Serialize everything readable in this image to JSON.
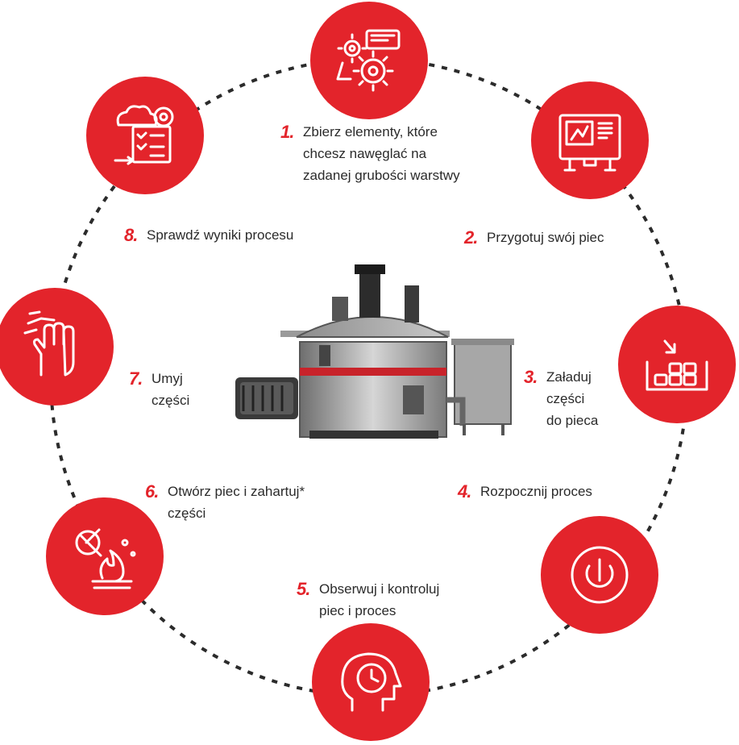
{
  "accent_color": "#e3242b",
  "text_color": "#2b2b2b",
  "steps": [
    {
      "num": "1.",
      "text": "Zbierz elementy, które\nchcesz nawęglać na\nzadanej grubości warstwy",
      "icon": "gears-blueprint-icon"
    },
    {
      "num": "2.",
      "text": "Przygotuj swój piec",
      "icon": "control-panel-icon"
    },
    {
      "num": "3.",
      "text": "Załaduj\nczęści\ndo pieca",
      "icon": "load-parts-icon"
    },
    {
      "num": "4.",
      "text": "Rozpocznij proces",
      "icon": "power-icon"
    },
    {
      "num": "5.",
      "text": "Obserwuj i kontroluj\npiec i proces",
      "icon": "head-clock-icon"
    },
    {
      "num": "6.",
      "text": "Otwórz piec i zahartuj*\nczęści",
      "icon": "hardening-flame-icon"
    },
    {
      "num": "7.",
      "text": "Umyj\nczęści",
      "icon": "washing-hand-icon"
    },
    {
      "num": "8.",
      "text": "Sprawdź wyniki procesu",
      "icon": "results-checklist-icon"
    }
  ]
}
